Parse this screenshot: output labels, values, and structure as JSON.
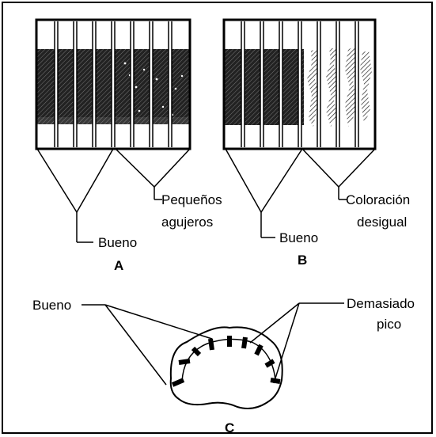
{
  "diagram": {
    "panel_a": {
      "letter": "A",
      "label_good": "Bueno",
      "label_holes_line1": "Pequeños",
      "label_holes_line2": "agujeros"
    },
    "panel_b": {
      "letter": "B",
      "label_good": "Bueno",
      "label_uneven_line1": "Coloración",
      "label_uneven_line2": "desigual"
    },
    "panel_c": {
      "letter": "C",
      "label_good": "Bueno",
      "label_too_peak_line1": "Demasiado",
      "label_too_peak_line2": "pico"
    }
  }
}
